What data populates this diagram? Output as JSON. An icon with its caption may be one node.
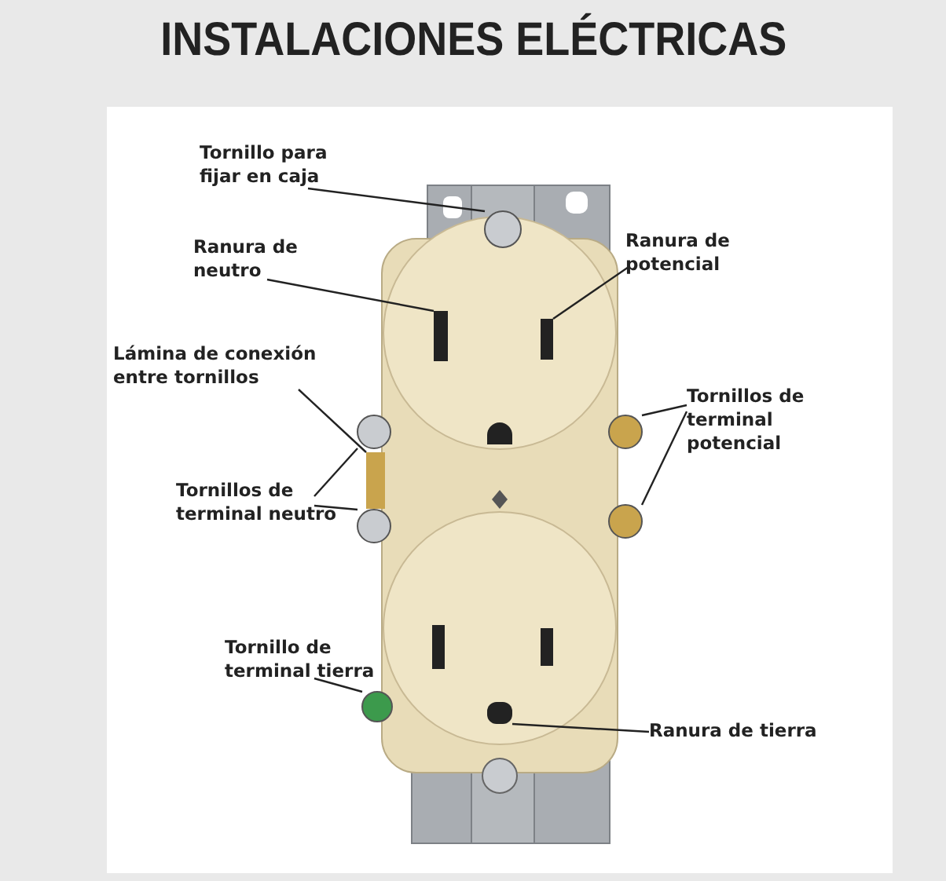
{
  "diagram": {
    "title": "INSTALACIONES ELÉCTRICAS",
    "nodes": [
      {
        "text": [
          "Tornillo para fijar en caja"
        ]
      },
      {
        "text": [],
        "shape": "circle"
      },
      {
        "text": [
          "Ranura de neutro"
        ]
      },
      {
        "text": [],
        "shape": "box"
      },
      {
        "text": [
          "Ranura de potencial"
        ]
      },
      {
        "text": [],
        "shape": "box"
      },
      {
        "text": [
          "Lámina de conexión entre tornillos"
        ]
      },
      {
        "text": [],
        "shape": "box"
      },
      {
        "text": [
          "Tornillos de terminal potencial"
        ]
      },
      {
        "text": [],
        "shape": "circle"
      },
      {
        "text": [],
        "shape": "circle"
      },
      {
        "text": [
          "Tornillos de terminal neutro"
        ]
      },
      {
        "text": [],
        "shape": "circle"
      },
      {
        "text": [],
        "shape": "circle"
      },
      {
        "text": [
          "Tornillo de terminal tierra"
        ]
      },
      {
        "text": [],
        "shape": "circle"
      },
      {
        "text": [
          "Ranura de tierra"
        ]
      },
      {
        "text": [],
        "shape": "box"
      }
    ],
    "edges": [
      {
        "from": 0,
        "to": 1,
        "arrow": "none"
      },
      {
        "from": 2,
        "to": 3,
        "arrow": "none"
      },
      {
        "from": 4,
        "to": 5,
        "arrow": "none"
      },
      {
        "from": 6,
        "to": 7,
        "arrow": "none"
      },
      {
        "from": 8,
        "to": 9,
        "arrow": "none"
      },
      {
        "from": 8,
        "to": 10,
        "arrow": "none"
      },
      {
        "from": 11,
        "to": 12,
        "arrow": "none"
      },
      {
        "from": 11,
        "to": 13,
        "arrow": "none"
      },
      {
        "from": 14,
        "to": 15,
        "arrow": "none"
      },
      {
        "from": 16,
        "to": 17,
        "arrow": "none"
      }
    ]
  }
}
